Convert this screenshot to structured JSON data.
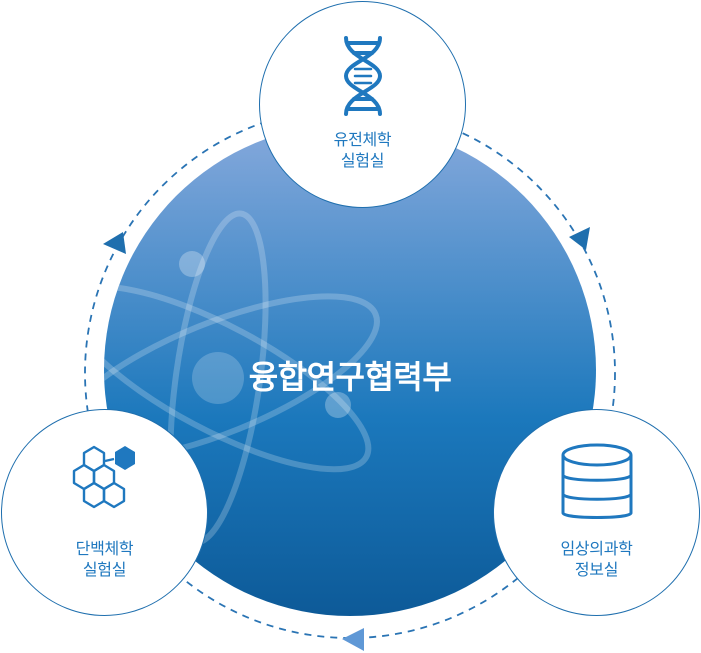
{
  "center": {
    "title": "융합연구협력부"
  },
  "nodes": {
    "genetics": {
      "icon": "dna-icon",
      "line1": "유전체학",
      "line2": "실험실"
    },
    "proteomics": {
      "icon": "hexagon-molecule-icon",
      "line1": "단백체학",
      "line2": "실험실"
    },
    "clinical": {
      "icon": "database-icon",
      "line1": "임상의과학",
      "line2": "정보실"
    }
  },
  "colors": {
    "circle_top": "#7fa6da",
    "circle_bottom": "#0d5fa0",
    "accent": "#1f78bf",
    "dashes": "#2a74b4",
    "arrow_light": "#5f98d6"
  }
}
